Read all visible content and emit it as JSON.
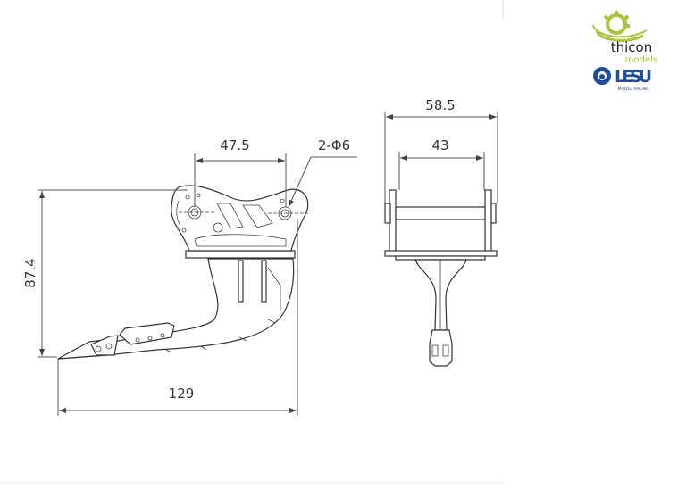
{
  "dimensions": {
    "pin_spacing": "47.5",
    "holes": "2-Φ6",
    "height": "87.4",
    "length": "129",
    "overall_width": "58.5",
    "inner_width": "43"
  },
  "logos": {
    "thicon_name": "thicon",
    "thicon_sub": "models",
    "lesu_name": "LESU",
    "lesu_sub": "MODEL RACING"
  },
  "colors": {
    "thicon_green": "#a9c43c",
    "lesu_blue": "#1f4f9c",
    "line": "#333333"
  }
}
